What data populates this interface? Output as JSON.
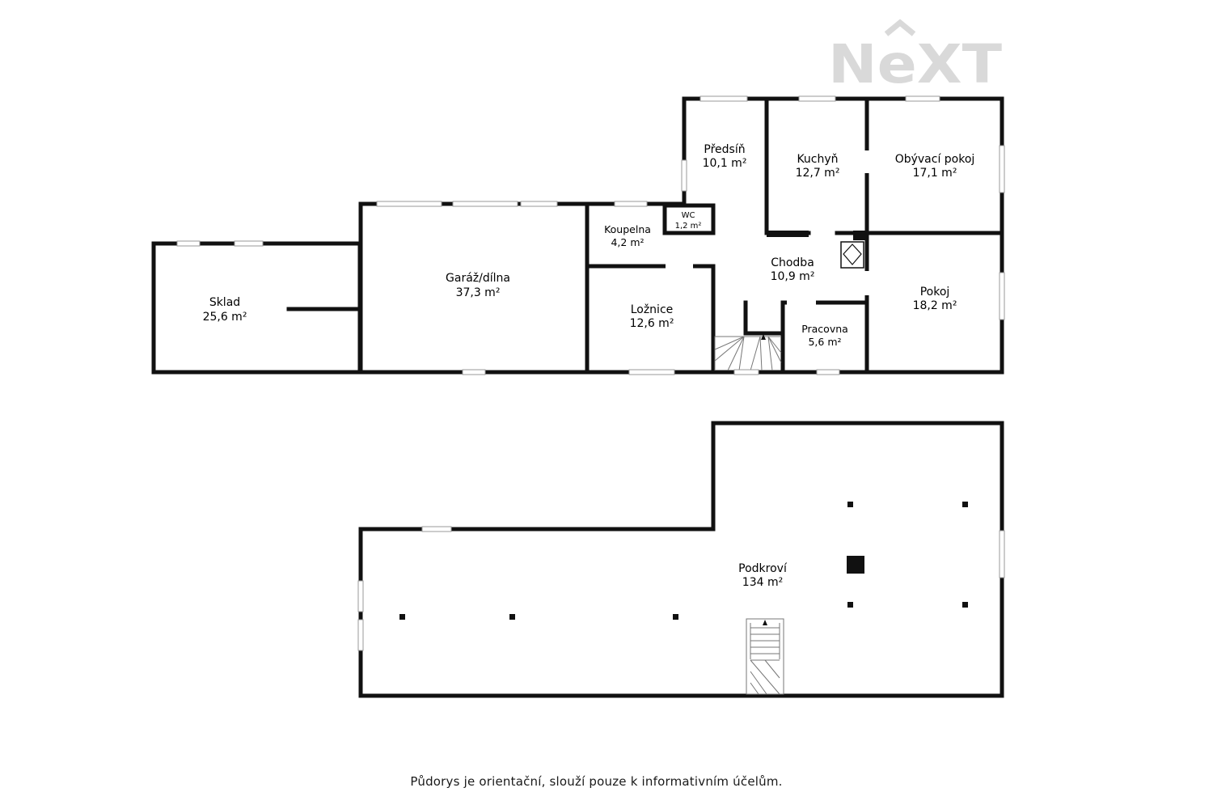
{
  "logo": {
    "text": "NeXT"
  },
  "ground_floor": {
    "rooms": [
      {
        "id": "sklad",
        "name": "Sklad",
        "area": "25,6 m²"
      },
      {
        "id": "garaz",
        "name": "Garáž/dílna",
        "area": "37,3 m²"
      },
      {
        "id": "koupelna",
        "name": "Koupelna",
        "area": "4,2 m²"
      },
      {
        "id": "wc",
        "name": "WC",
        "area": "1,2 m²"
      },
      {
        "id": "predsin",
        "name": "Předsíň",
        "area": "10,1 m²"
      },
      {
        "id": "kuchyn",
        "name": "Kuchyň",
        "area": "12,7 m²"
      },
      {
        "id": "obyvaci",
        "name": "Obývací pokoj",
        "area": "17,1 m²"
      },
      {
        "id": "chodba",
        "name": "Chodba",
        "area": "10,9 m²"
      },
      {
        "id": "loznice",
        "name": "Ložnice",
        "area": "12,6 m²"
      },
      {
        "id": "pracovna",
        "name": "Pracovna",
        "area": "5,6 m²"
      },
      {
        "id": "pokoj",
        "name": "Pokoj",
        "area": "18,2 m²"
      }
    ]
  },
  "attic": {
    "rooms": [
      {
        "id": "podkrovi",
        "name": "Podkroví",
        "area": "134 m²"
      }
    ]
  },
  "footer": {
    "disclaimer": "Půdorys je orientační, slouží pouze k informativním účelům."
  },
  "colors": {
    "wall": "#111111",
    "window": "#bfbfbf",
    "logo": "#d9d9d9"
  }
}
